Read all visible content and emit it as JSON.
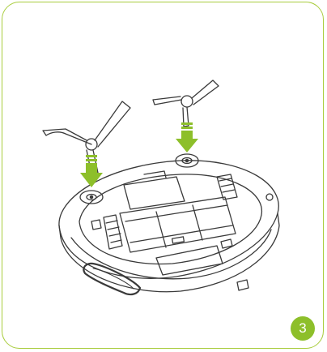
{
  "step": {
    "number": "3"
  },
  "illustration": {
    "subject": "robot-vacuum-underside",
    "parts": [
      "side-brush-left",
      "side-brush-right",
      "install-arrow-left",
      "install-arrow-right",
      "main-brush",
      "wheel-left",
      "wheel-right",
      "bumper-window"
    ],
    "stroke_color": "#3a3a3a",
    "accent_color": "#8dbf2a",
    "frame_color": "#a8cc3c"
  }
}
